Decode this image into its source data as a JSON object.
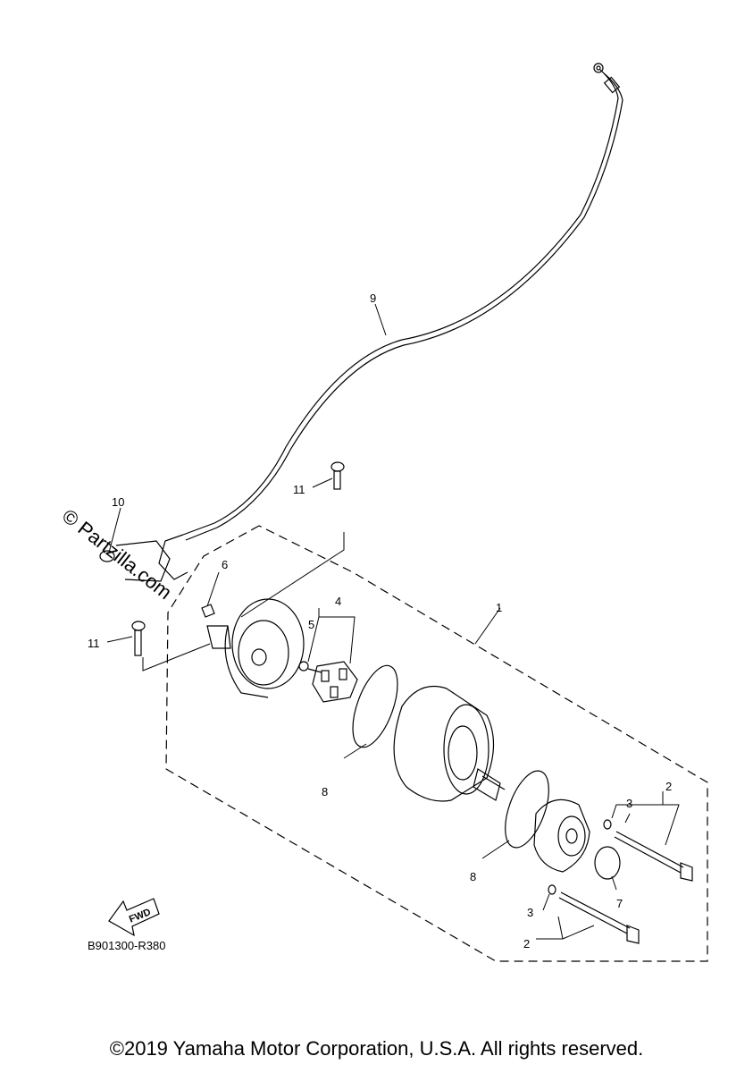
{
  "watermark": "© Partzilla.com",
  "callouts": [
    "1",
    "2",
    "2",
    "3",
    "3",
    "4",
    "5",
    "6",
    "7",
    "8",
    "8",
    "9",
    "10",
    "11",
    "11"
  ],
  "fwd_label": "FWD",
  "diagram_code": "B901300-R380",
  "copyright": "©2019 Yamaha Motor Corporation, U.S.A. All rights reserved."
}
